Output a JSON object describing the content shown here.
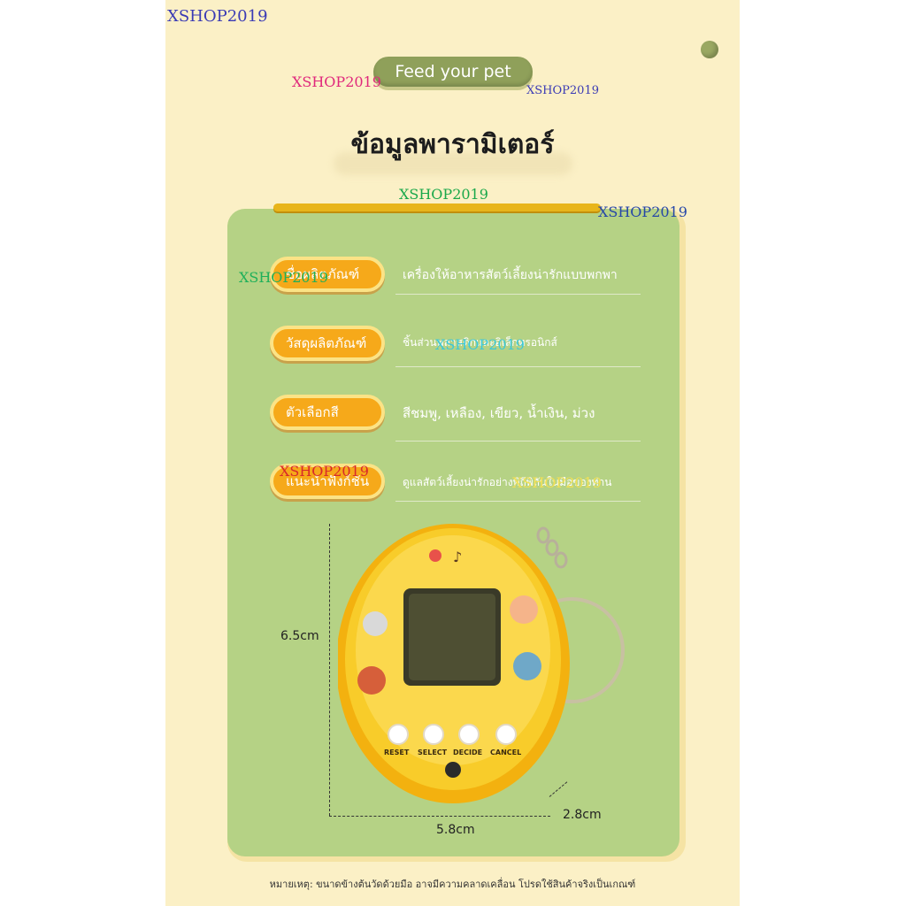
{
  "header": {
    "pill_label": "Feed your pet",
    "title": "ข้อมูลพารามิเตอร์"
  },
  "rows": [
    {
      "label": "ชื่อผลิตภัณฑ์",
      "value": "เครื่องให้อาหารสัตว์เลี้ยงน่ารักแบบพกพา"
    },
    {
      "label": "วัสดุผลิตภัณฑ์",
      "value": "ชิ้นส่วนพลาสติกและอิเล็กทรอนิกส์"
    },
    {
      "label": "ตัวเลือกสี",
      "value": "สีชมพู, เหลือง, เขียว, น้ำเงิน, ม่วง"
    },
    {
      "label": "แนะนำฟังก์ชัน",
      "value": "ดูแลสัตว์เลี้ยงน่ารักอย่างพิถีพิถันในมือของท่าน"
    }
  ],
  "device": {
    "buttons": [
      "RESET",
      "SELECT",
      "DECIDE",
      "CANCEL"
    ]
  },
  "dimensions": {
    "height": "6.5cm",
    "width": "5.8cm",
    "depth": "2.8cm"
  },
  "footnote": "หมายเหตุ: ขนาดข้างต้นวัดด้วยมือ อาจมีความคลาดเคลื่อน โปรดใช้สินค้าจริงเป็นเกณฑ์",
  "watermark": "XSHOP2019",
  "colors": {
    "background": "#fbf0c6",
    "card": "#b5d285",
    "accent": "#f6a91a",
    "device": "#f5c518"
  }
}
